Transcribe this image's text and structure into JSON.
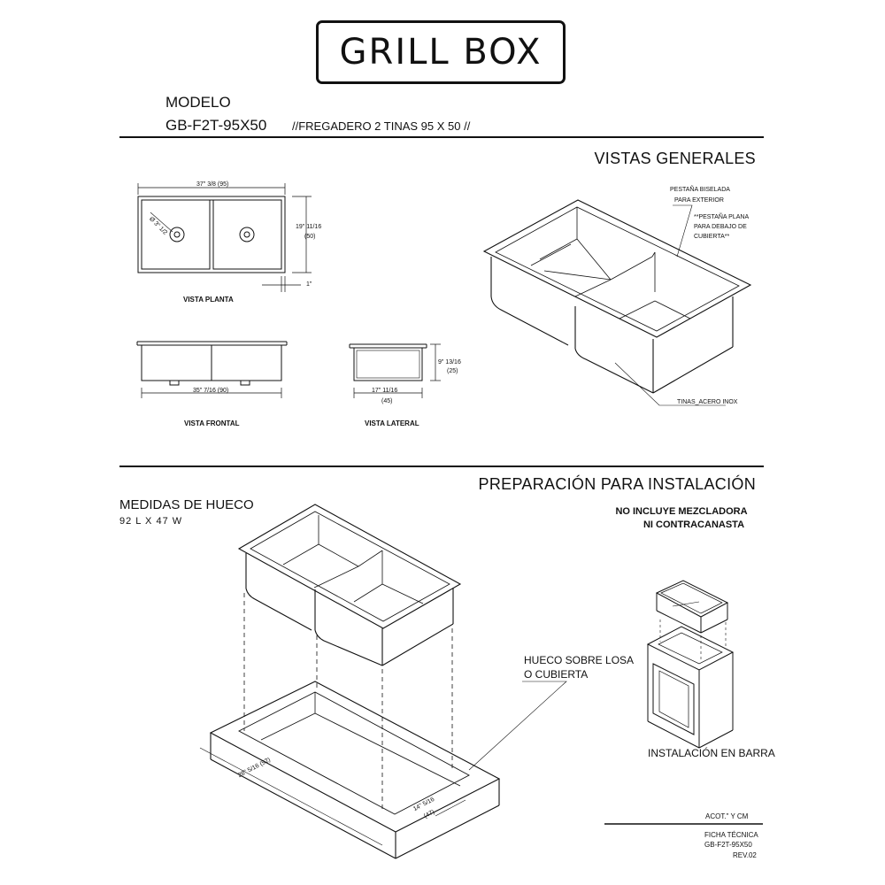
{
  "brand": {
    "logo_text": "GRILL BOX"
  },
  "header": {
    "model_label": "MODELO",
    "model_code": "GB-F2T-95X50",
    "model_desc": "//FREGADERO 2 TINAS 95 X 50 //"
  },
  "general_views": {
    "title": "VISTAS GENERALES",
    "top_view": {
      "label": "VISTA PLANTA",
      "width_dim": "37\" 3/8 (95)",
      "height_dim": "19\" 11/16",
      "height_dim_cm": "(50)",
      "drain_dim": "Ø 3\" 1/2",
      "flange_dim": "1\""
    },
    "front_view": {
      "label": "VISTA FRONTAL",
      "width_dim": "35\" 7/16 (90)"
    },
    "side_view": {
      "label": "VISTA LATERAL",
      "width_dim": "17\" 11/16",
      "width_dim_cm": "(45)",
      "depth_dim": "9\" 13/16",
      "depth_dim_cm": "(25)"
    },
    "callouts": {
      "flange_1": "PESTAÑA BISELADA",
      "flange_2": "PARA EXTERIOR",
      "flat_1": "**PESTAÑA PLANA",
      "flat_2": "PARA DEBAJO DE",
      "flat_3": "CUBIERTA**",
      "material": "TINAS_ACERO INOX"
    }
  },
  "installation": {
    "title": "PREPARACIÓN PARA INSTALACIÓN",
    "cutout_title": "MEDIDAS DE HUECO",
    "cutout_dims": "92 L  X  47 W",
    "note_1": "NO INCLUYE MEZCLADORA",
    "note_2": "NI CONTRACANASTA",
    "hole_label_1": "HUECO SOBRE LOSA",
    "hole_label_2": "O CUBIERTA",
    "hole_length_dim": "28\" 5/16 (92)",
    "hole_width_dim": "14\" 5/16",
    "hole_width_dim_cm": "(47)",
    "bar_label": "INSTALACIÓN EN BARRA"
  },
  "footer": {
    "units": "ACOT.\" Y CM",
    "sheet": "FICHA TÉCNICA",
    "code": "GB-F2T-95X50",
    "rev": "REV.02"
  }
}
